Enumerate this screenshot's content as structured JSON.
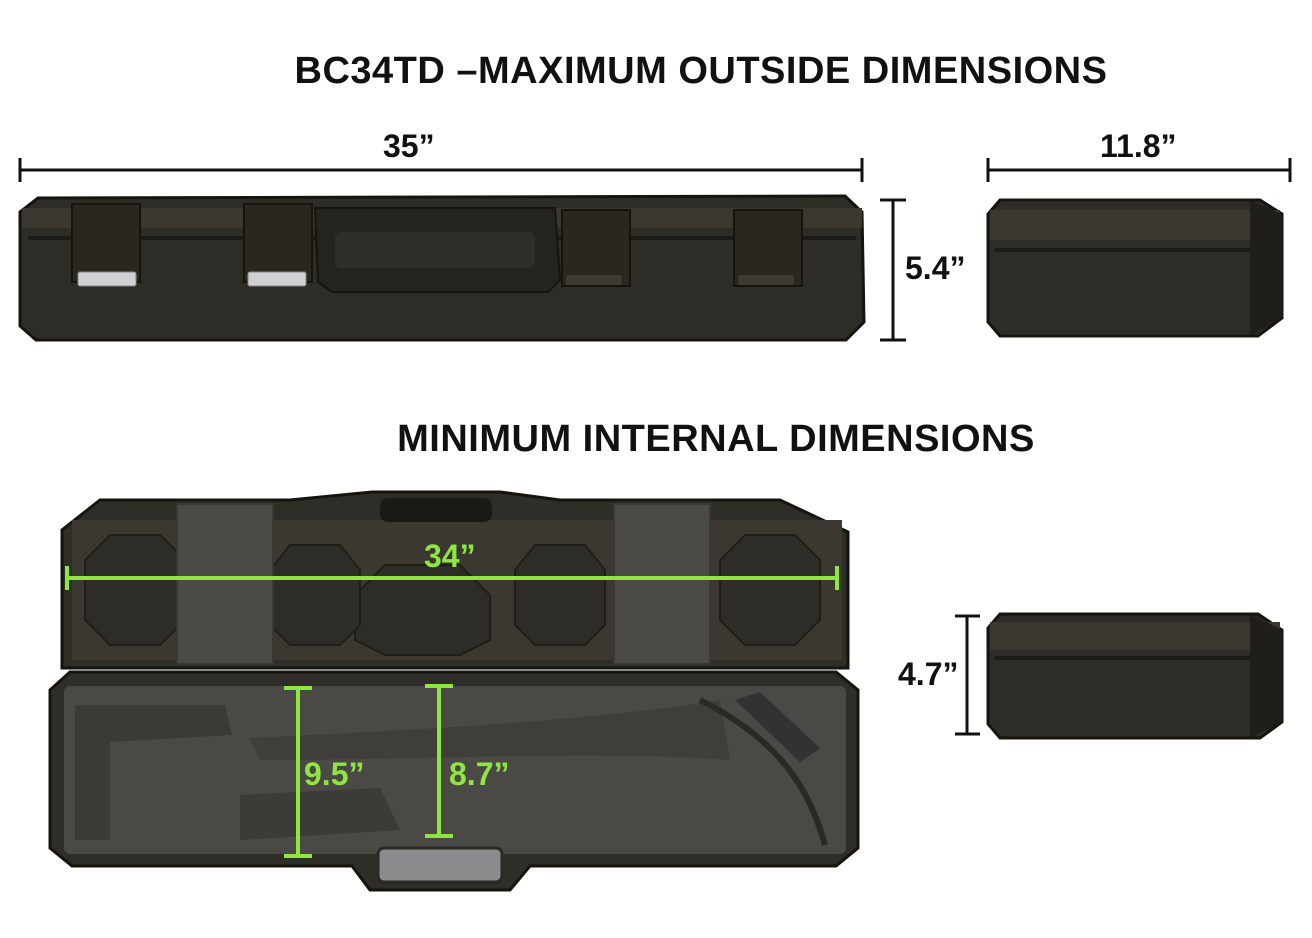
{
  "titles": {
    "outside": "BC34TD –MAXIMUM OUTSIDE DIMENSIONS",
    "internal": "MINIMUM INTERNAL DIMENSIONS"
  },
  "outside_dimensions": {
    "length": "35”",
    "width": "11.8”",
    "height": "5.4”"
  },
  "internal_dimensions": {
    "length": "34”",
    "width_left": "9.5”",
    "width_right": "8.7”",
    "depth": "4.7”"
  },
  "colors": {
    "measure_black": "#111111",
    "measure_green": "#8fe640",
    "case_body": "#2c2a24",
    "foam": "#4a4946"
  }
}
